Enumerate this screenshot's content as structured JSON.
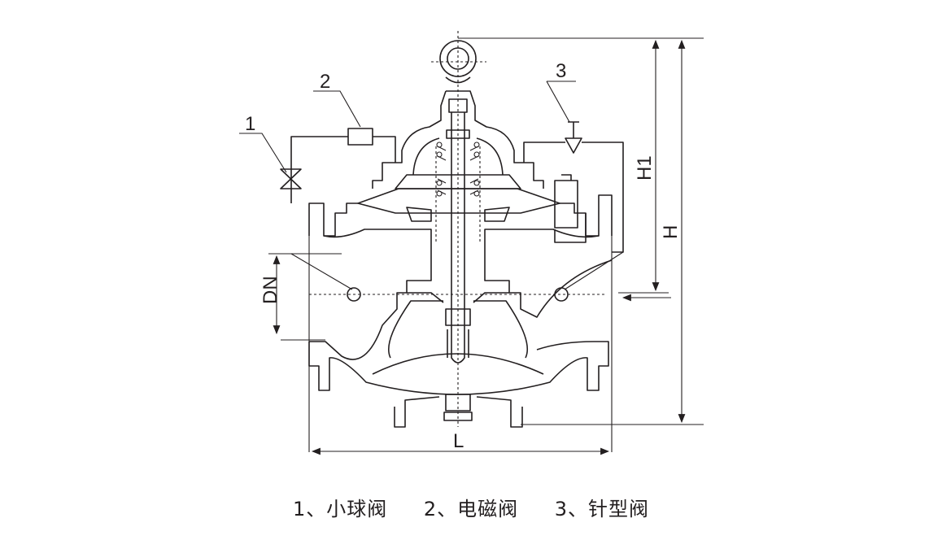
{
  "labels": {
    "part1": "1",
    "part2": "2",
    "part3": "3",
    "height_h1": "H1",
    "height_h": "H",
    "nominal_diameter": "DN",
    "length": "L"
  },
  "caption": {
    "items": [
      "1、小球阀",
      "2、电磁阀",
      "3、针型阀"
    ]
  }
}
